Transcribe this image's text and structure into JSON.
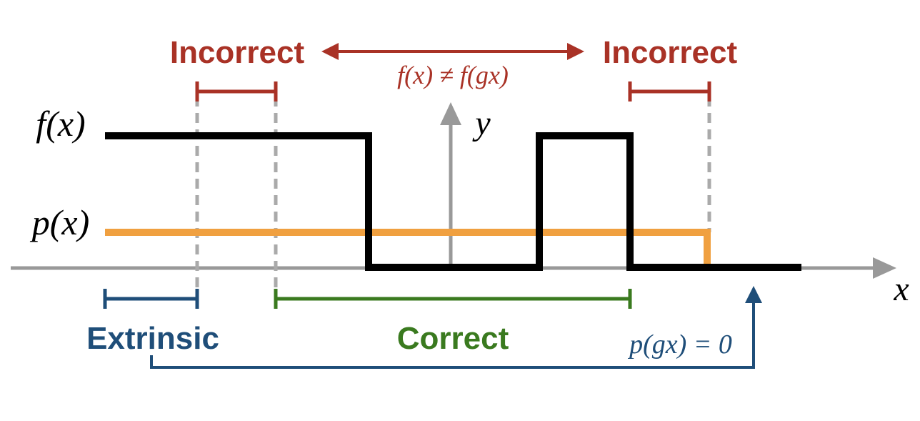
{
  "colors": {
    "incorrect": "#A93226",
    "extrinsic": "#1F4E79",
    "correct": "#3A7A1F",
    "f_curve": "#000000",
    "p_curve": "#F0A040",
    "axis": "#999999",
    "guide_lines": "#AAAAAA"
  },
  "labels": {
    "incorrect_left": "Incorrect",
    "incorrect_right": "Incorrect",
    "f_ne_fgx": "f(x) ≠ f(gx)",
    "f_x": "f(x)",
    "p_x": "p(x)",
    "y_axis": "y",
    "x_axis": "x",
    "extrinsic": "Extrinsic",
    "correct": "Correct",
    "p_gx_zero": "p(gx) = 0"
  }
}
